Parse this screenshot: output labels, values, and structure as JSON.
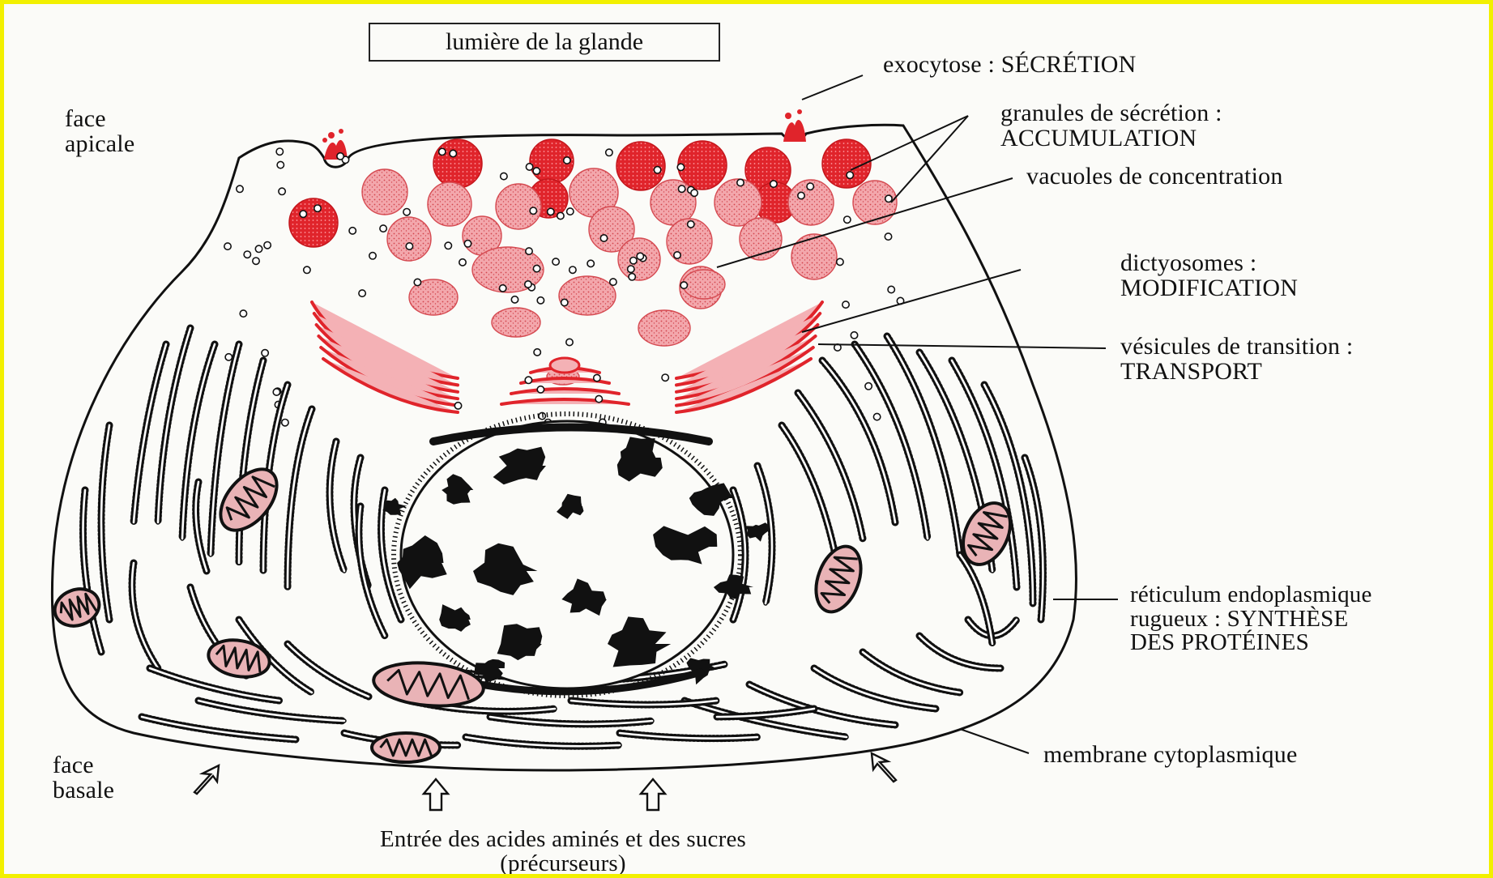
{
  "title_box": "lumière de la glande",
  "labels": {
    "face_apicale": "face\napicale",
    "face_basale": "face\nbasale",
    "exocytose": "exocytose : SÉCRÉTION",
    "granules": "granules de sécrétion :\nACCUMULATION",
    "vacuoles": "vacuoles de concentration",
    "dictyosomes": "dictyosomes :\nMODIFICATION",
    "vesicules": "vésicules de transition :\nTRANSPORT",
    "reticulum": "réticulum endoplasmique\nrugueux : SYNTHÈSE\nDES PROTÉINES",
    "membrane": "membrane cytoplasmique",
    "entree": "Entrée des acides aminés et des sucres\n(précurseurs)"
  },
  "colors": {
    "border": "#f2f000",
    "secretion_red": "#e0242b",
    "vacuole_pink": "#ee9aa0",
    "mito_fill": "#e9b3b6",
    "ink": "#111111"
  }
}
